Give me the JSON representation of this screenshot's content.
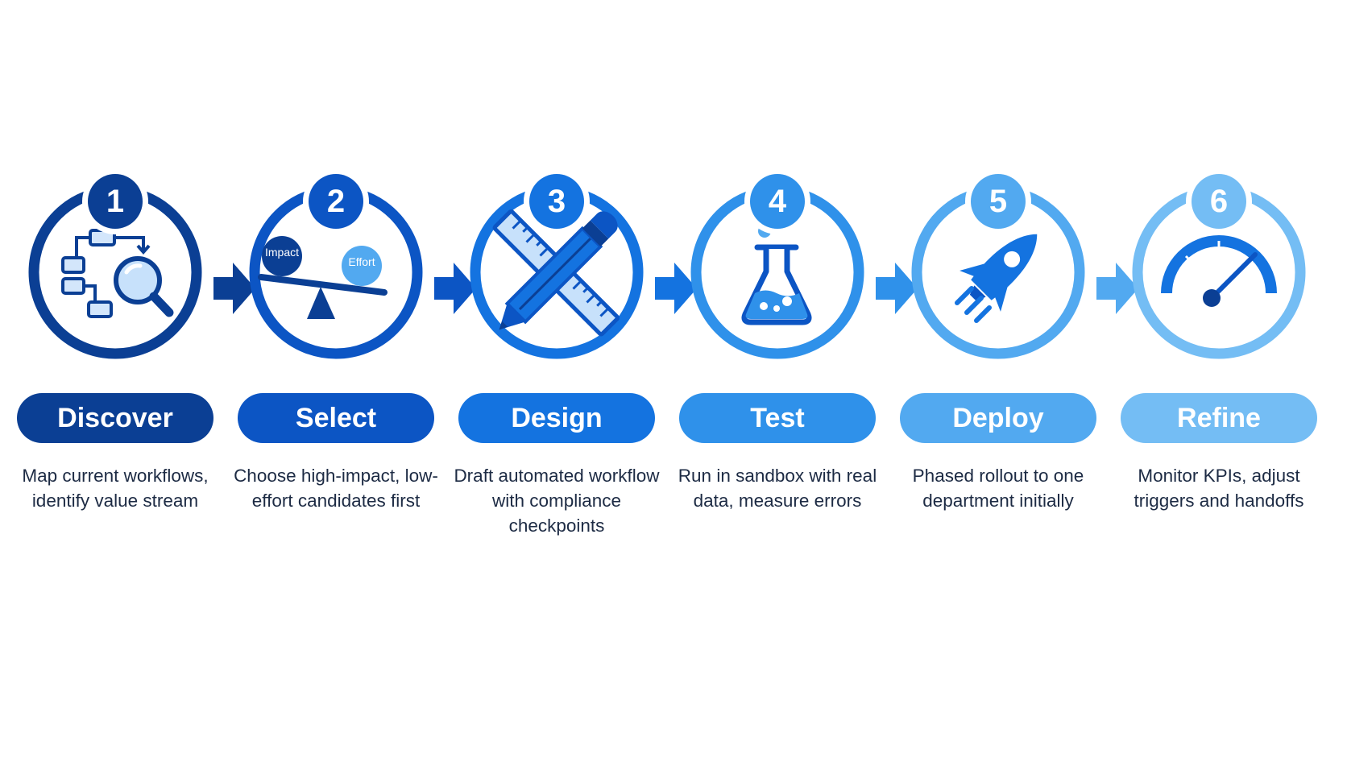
{
  "colors": {
    "stage1": "#0b3f94",
    "stage2": "#0c55c4",
    "stage3": "#1473e0",
    "stage4": "#2f91ea",
    "stage5": "#52a9f0",
    "stage6": "#74bdf4",
    "text": "#1d2b44"
  },
  "stages": [
    {
      "number": "1",
      "label": "Discover",
      "description": "Map current workflows, identify value stream",
      "icon": "workflow-magnifier-icon"
    },
    {
      "number": "2",
      "label": "Select",
      "description": "Choose high-impact, low-effort candidates first",
      "icon": "balance-scale-icon",
      "icon_labels": {
        "left": "Impact",
        "right": "Effort"
      }
    },
    {
      "number": "3",
      "label": "Design",
      "description": "Draft automated workflow with compliance checkpoints",
      "icon": "pencil-ruler-icon"
    },
    {
      "number": "4",
      "label": "Test",
      "description": "Run in sandbox with real data, measure errors",
      "icon": "flask-icon"
    },
    {
      "number": "5",
      "label": "Deploy",
      "description": "Phased rollout to one department initially",
      "icon": "rocket-icon"
    },
    {
      "number": "6",
      "label": "Refine",
      "description": "Monitor KPIs, adjust triggers and handoffs",
      "icon": "gauge-icon"
    }
  ]
}
